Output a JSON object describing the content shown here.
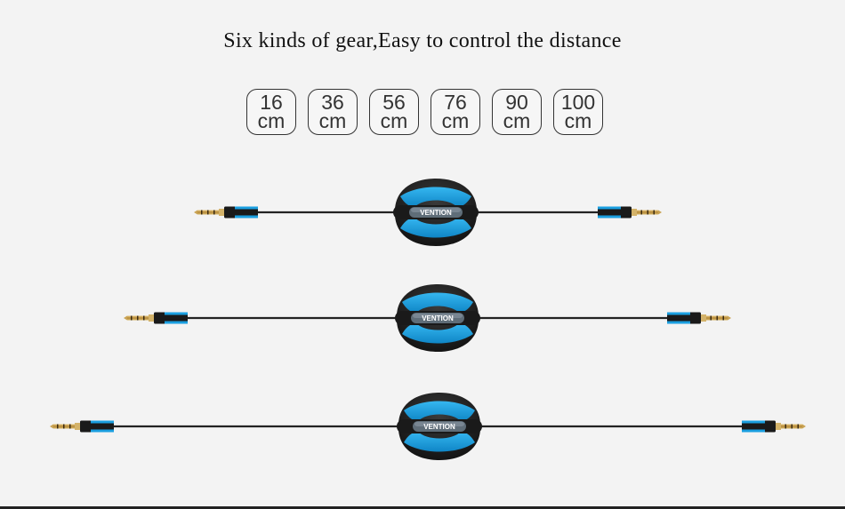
{
  "title": "Six kinds of gear,Easy to control the distance",
  "gears": [
    {
      "value": "16",
      "unit": "cm"
    },
    {
      "value": "36",
      "unit": "cm"
    },
    {
      "value": "56",
      "unit": "cm"
    },
    {
      "value": "76",
      "unit": "cm"
    },
    {
      "value": "90",
      "unit": "cm"
    },
    {
      "value": "100",
      "unit": "cm"
    }
  ],
  "brand": "VENTION",
  "colors": {
    "accent": "#1b9fe0",
    "body": "#1c1c1c",
    "background": "#f3f3f3"
  }
}
